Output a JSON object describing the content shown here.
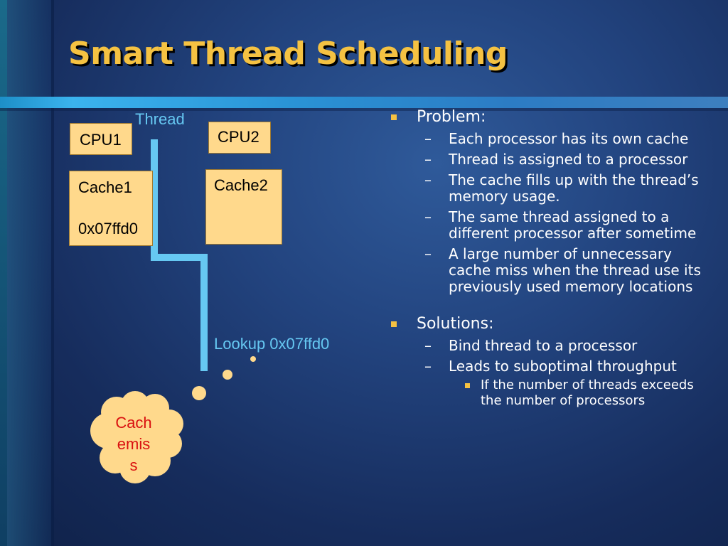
{
  "slide": {
    "title": "Smart Thread Scheduling"
  },
  "diagram": {
    "cpu1": "CPU1",
    "cpu2": "CPU2",
    "cache1_label": "Cache1",
    "cache1_address": "0x07ffd0",
    "cache2_label": "Cache2",
    "thread_label": "Thread",
    "lookup_label": "Lookup 0x07ffd0",
    "cloud_lines": [
      "Cach",
      "emis",
      "s"
    ],
    "colors": {
      "box_fill": "#ffd98c",
      "thread_line": "#66c8f2",
      "cloud_fill": "#ffd98c",
      "cloud_text": "#d91010",
      "title": "#f5c242"
    }
  },
  "bullets": {
    "problem": {
      "heading": "Problem:",
      "items": [
        "Each processor has its own cache",
        "Thread is assigned to a processor",
        "The cache fills up with the thread’s memory usage.",
        "The same thread assigned to a different processor after sometime",
        "A large number of unnecessary cache miss when the thread use its previously used memory locations"
      ]
    },
    "solutions": {
      "heading": "Solutions:",
      "items": [
        "Bind thread to a processor",
        "Leads to suboptimal throughput"
      ],
      "sub_items": [
        "If the number of threads exceeds the number of processors"
      ]
    }
  }
}
